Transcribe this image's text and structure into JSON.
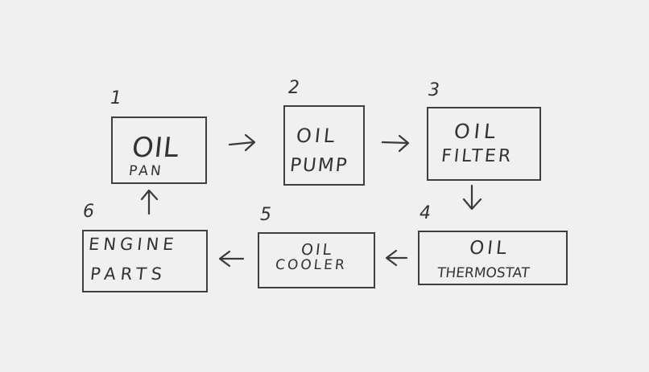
{
  "nodes": [
    {
      "id": "oil-pan",
      "number": "1",
      "line1": "OIL",
      "line2": "PAN"
    },
    {
      "id": "oil-pump",
      "number": "2",
      "line1": "OIL",
      "line2": "PUMP"
    },
    {
      "id": "oil-filter",
      "number": "3",
      "line1": "OIL",
      "line2": "FILTER"
    },
    {
      "id": "oil-thermostat",
      "number": "4",
      "line1": "OIL",
      "line2": "THERMOSTAT"
    },
    {
      "id": "oil-cooler",
      "number": "5",
      "line1": "OIL",
      "line2": "COOLER"
    },
    {
      "id": "engine-parts",
      "number": "6",
      "line1": "ENGINE",
      "line2": "PARTS"
    }
  ],
  "edges": [
    {
      "from": "oil-pan",
      "to": "oil-pump"
    },
    {
      "from": "oil-pump",
      "to": "oil-filter"
    },
    {
      "from": "oil-filter",
      "to": "oil-thermostat"
    },
    {
      "from": "oil-thermostat",
      "to": "oil-cooler"
    },
    {
      "from": "oil-cooler",
      "to": "engine-parts"
    },
    {
      "from": "engine-parts",
      "to": "oil-pan"
    }
  ]
}
